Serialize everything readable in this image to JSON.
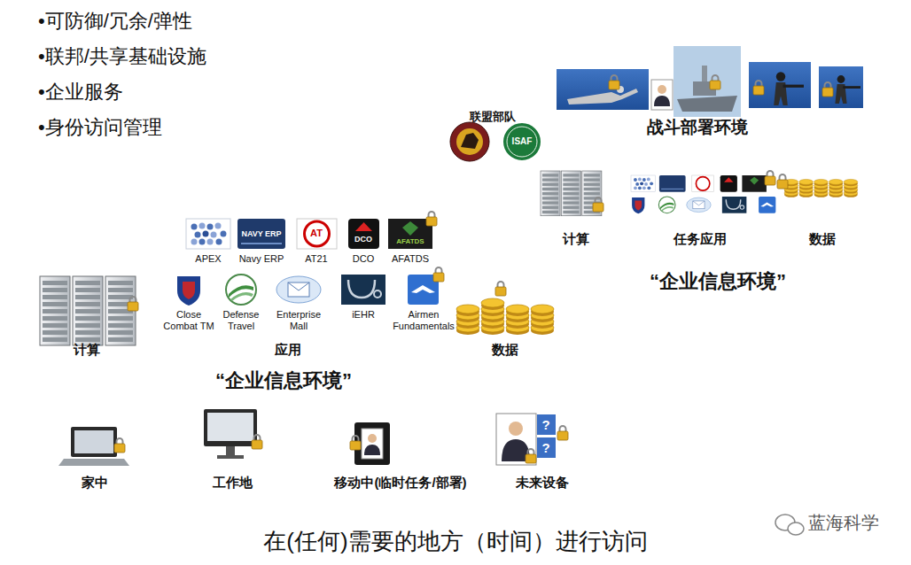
{
  "diagram": {
    "nodes": [
      {
        "text": [
          "•可防御/冗余/弹性",
          "•联邦/共享基础设施",
          "•企业服务",
          "•身份访问管理"
        ]
      },
      {
        "text": [
          "计算",
          "应用",
          "数据"
        ]
      },
      {
        "text": [
          "“企业信息环境”"
        ],
        "in": 1
      },
      {
        "text": [
          "战斗部署环境",
          "计算",
          "任务应用",
          "数据"
        ]
      },
      {
        "text": [
          "“企业信息环境”"
        ],
        "in": 3
      },
      {
        "text": [
          "在(任何)需要的地方（时间）进行访问"
        ]
      }
    ],
    "labels": [
      "APEX",
      "Navy ERP",
      "AT21",
      "DCO",
      "AFATDS",
      "Close Combat TM",
      "Defense Travel",
      "Enterprise Mall",
      "iEHR",
      "Airmen Fundamentals",
      "联盟部队",
      "家中",
      "工作地",
      "移动中(临时任务/部署)",
      "未来设备",
      "蓝海科学",
      "NAVY ERP",
      "AT",
      "DCO",
      "AFATDS",
      "ISAF",
      "?",
      "?"
    ]
  }
}
